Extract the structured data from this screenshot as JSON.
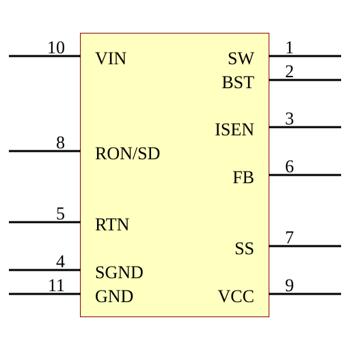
{
  "component": {
    "body_fill": "#FFFFC0",
    "body_stroke": "#8B0000",
    "wire_color": "#000000",
    "pins": [
      {
        "number": "10",
        "name": "VIN",
        "side": "left"
      },
      {
        "number": "8",
        "name": "RON/SD",
        "side": "left"
      },
      {
        "number": "5",
        "name": "RTN",
        "side": "left"
      },
      {
        "number": "4",
        "name": "SGND",
        "side": "left"
      },
      {
        "number": "11",
        "name": "GND",
        "side": "left"
      },
      {
        "number": "1",
        "name": "SW",
        "side": "right"
      },
      {
        "number": "2",
        "name": "BST",
        "side": "right"
      },
      {
        "number": "3",
        "name": "ISEN",
        "side": "right"
      },
      {
        "number": "6",
        "name": "FB",
        "side": "right"
      },
      {
        "number": "7",
        "name": "SS",
        "side": "right"
      },
      {
        "number": "9",
        "name": "VCC",
        "side": "right"
      }
    ]
  }
}
